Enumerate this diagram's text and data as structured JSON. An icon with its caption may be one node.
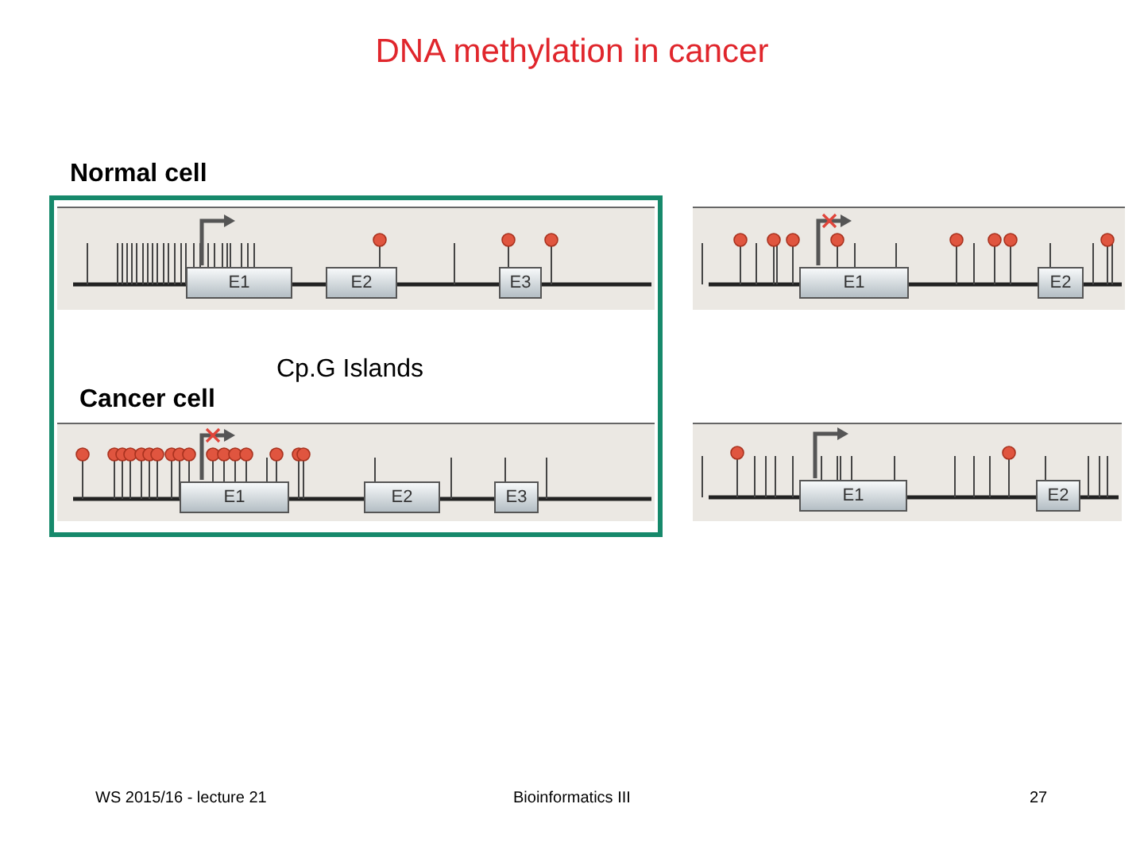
{
  "diagram": {
    "title": "DNA methylation in cancer",
    "nodes": [
      {
        "text": [
          "E1"
        ]
      },
      {
        "text": [
          "E2"
        ]
      },
      {
        "text": [
          "E3"
        ]
      },
      {
        "text": [
          "E1"
        ]
      },
      {
        "text": [
          "E2"
        ]
      },
      {
        "text": [
          "E1"
        ]
      },
      {
        "text": [
          "E2"
        ]
      },
      {
        "text": [
          "E3"
        ]
      },
      {
        "text": [
          "E1"
        ]
      },
      {
        "text": [
          "E2"
        ]
      }
    ],
    "labels": [
      "Normal cell",
      "Cp.G Islands",
      "Cancer cell",
      "WS 2015/16 - lecture 21",
      "Bioinformatics III",
      "27"
    ]
  }
}
